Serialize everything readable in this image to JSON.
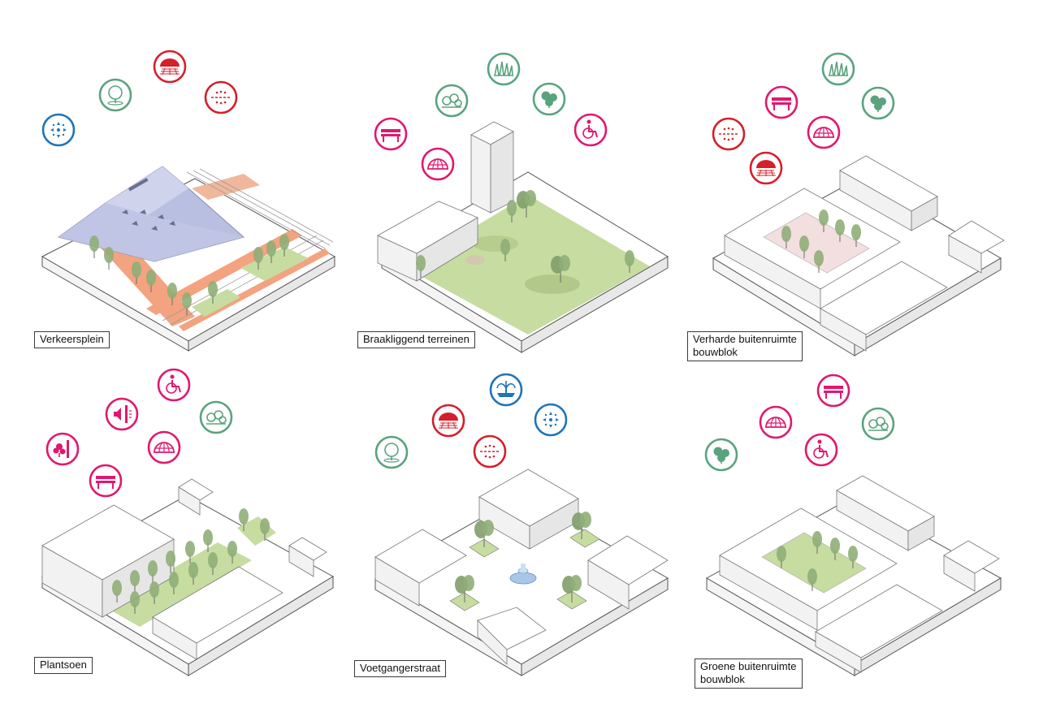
{
  "labels": {
    "verkeersplein": "Verkeersplein",
    "braakliggend": "Braakliggend terreinen",
    "verharde": "Verharde buitenruimte\nbouwblok",
    "plantsoen": "Plantsoen",
    "voetgangerstraat": "Voetgangerstraat",
    "groene": "Groene buitenruimte\nbouwblok"
  },
  "icon_colors": {
    "water": "#1f74b8",
    "climate": "#d4202a",
    "green": "#5aa37f",
    "social": "#e0186f"
  },
  "surface_colors": {
    "grass": "#c7dca0",
    "paving_pink": "#f3dfdf",
    "roof": "#b9bfe0",
    "road_orange": "#f3a37f",
    "block": "#ffffff",
    "tree": "#8fae78"
  },
  "icon_sets": [
    {
      "scheme": "Verkeersplein",
      "icons": [
        {
          "name": "water-drops-icon",
          "group": "water"
        },
        {
          "name": "tree-icon",
          "group": "green"
        },
        {
          "name": "shade-canopy-icon",
          "group": "climate"
        },
        {
          "name": "cooling-mist-icon",
          "group": "climate"
        }
      ]
    },
    {
      "scheme": "Braakliggend terreinen",
      "icons": [
        {
          "name": "bench-icon",
          "group": "social"
        },
        {
          "name": "play-dome-icon",
          "group": "social"
        },
        {
          "name": "shrubs-icon",
          "group": "green"
        },
        {
          "name": "grass-icon",
          "group": "green"
        },
        {
          "name": "trees-icon",
          "group": "green"
        },
        {
          "name": "wheelchair-icon",
          "group": "social"
        }
      ]
    },
    {
      "scheme": "Verharde buitenruimte bouwblok",
      "icons": [
        {
          "name": "cooling-mist-icon",
          "group": "climate"
        },
        {
          "name": "bench-icon",
          "group": "social"
        },
        {
          "name": "shade-canopy-icon",
          "group": "climate"
        },
        {
          "name": "play-dome-icon",
          "group": "social"
        },
        {
          "name": "grass-icon",
          "group": "green"
        },
        {
          "name": "trees-icon",
          "group": "green"
        }
      ]
    },
    {
      "scheme": "Plantsoen",
      "icons": [
        {
          "name": "flower-bin-icon",
          "group": "social"
        },
        {
          "name": "noise-wall-icon",
          "group": "social"
        },
        {
          "name": "wheelchair-icon",
          "group": "social"
        },
        {
          "name": "play-dome-icon",
          "group": "social"
        },
        {
          "name": "shrubs-icon",
          "group": "green"
        },
        {
          "name": "bench-icon",
          "group": "social"
        }
      ]
    },
    {
      "scheme": "Voetgangerstraat",
      "icons": [
        {
          "name": "tree-icon",
          "group": "green"
        },
        {
          "name": "shade-canopy-icon",
          "group": "climate"
        },
        {
          "name": "cooling-mist-icon",
          "group": "climate"
        },
        {
          "name": "fountain-icon",
          "group": "water"
        },
        {
          "name": "water-drops-icon",
          "group": "water"
        }
      ]
    },
    {
      "scheme": "Groene buitenruimte bouwblok",
      "icons": [
        {
          "name": "trees-icon",
          "group": "green"
        },
        {
          "name": "play-dome-icon",
          "group": "social"
        },
        {
          "name": "bench-icon",
          "group": "social"
        },
        {
          "name": "wheelchair-icon",
          "group": "social"
        },
        {
          "name": "shrubs-icon",
          "group": "green"
        }
      ]
    }
  ]
}
